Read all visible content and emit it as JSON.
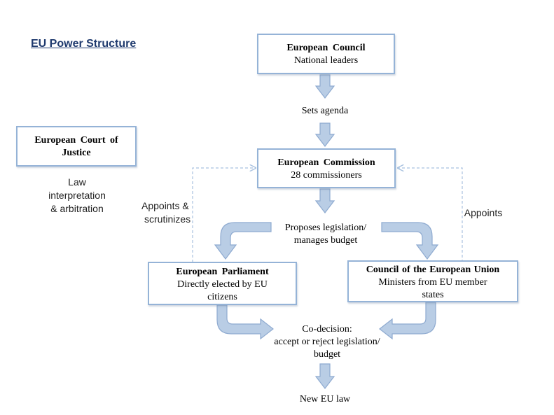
{
  "title": "EU Power Structure",
  "colors": {
    "box_border": "#95b3d7",
    "arrow_fill": "#b9cde5",
    "arrow_stroke": "#8eaad0",
    "dashed_line": "#a9c2e0",
    "title_color": "#1f3a6e"
  },
  "nodes": {
    "european_council": {
      "title": "European Council",
      "subtitle": "National leaders"
    },
    "european_commission": {
      "title": "European Commission",
      "subtitle": "28 commissioners"
    },
    "court_of_justice": {
      "title_line1": "European Court of",
      "title_line2": "Justice"
    },
    "european_parliament": {
      "title": "European Parliament",
      "subtitle_line1": "Directly elected by EU",
      "subtitle_line2": "citizens"
    },
    "council_of_eu": {
      "title": "Council of the European Union",
      "subtitle_line1": "Ministers from EU member",
      "subtitle_line2": "states"
    }
  },
  "labels": {
    "sets_agenda": "Sets agenda",
    "proposes_line1": "Proposes legislation/",
    "proposes_line2": "manages budget",
    "codecision_line1": "Co-decision:",
    "codecision_line2": "accept or reject legislation/",
    "codecision_line3": "budget",
    "new_law": "New EU law",
    "court_desc_line1": "Law",
    "court_desc_line2": "interpretation",
    "court_desc_line3": "& arbitration",
    "appoints_left_line1": "Appoints &",
    "appoints_left_line2": "scrutinizes",
    "appoints_right": "Appoints"
  }
}
